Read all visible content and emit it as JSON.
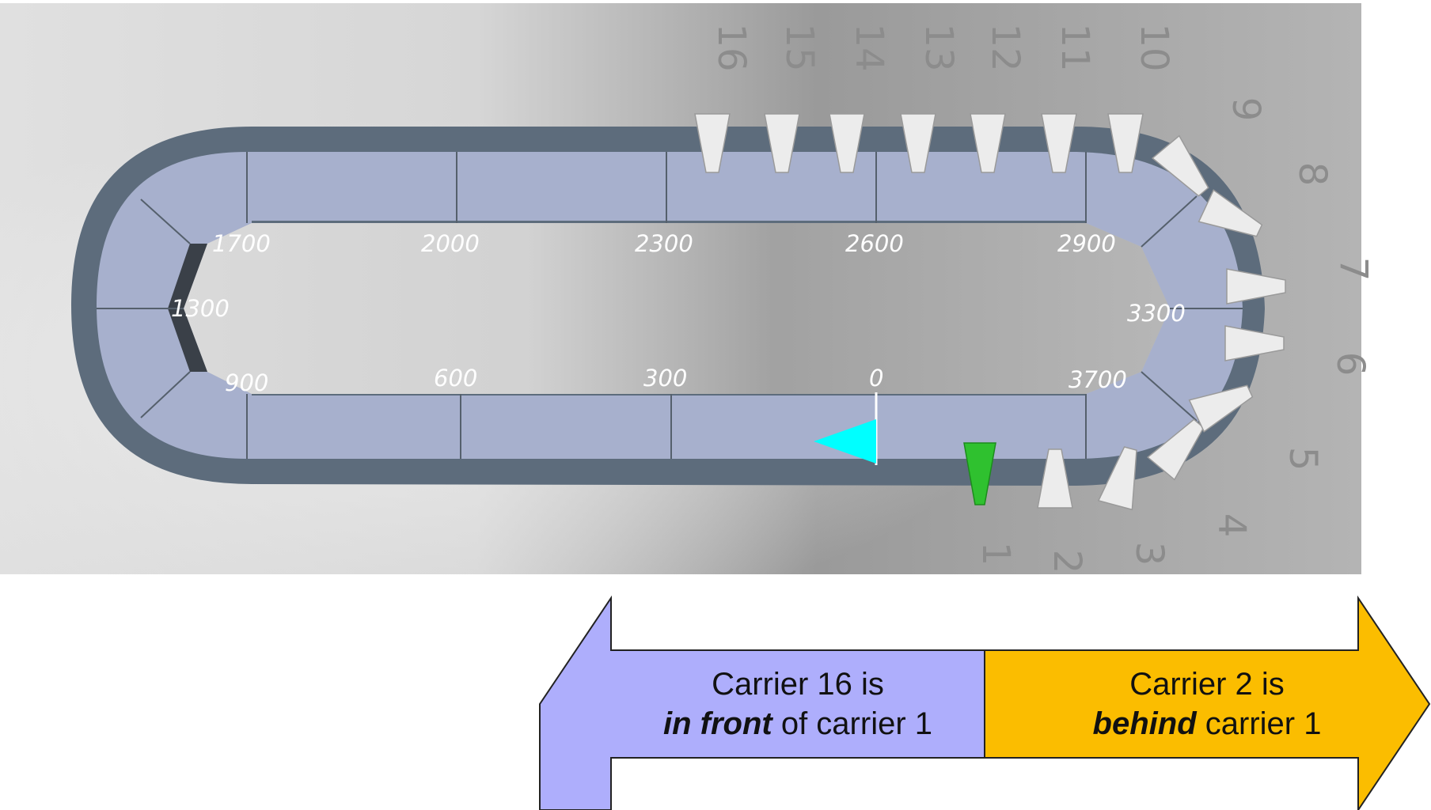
{
  "track": {
    "position_labels": [
      "0",
      "300",
      "600",
      "900",
      "1300",
      "1700",
      "2000",
      "2300",
      "2600",
      "2900",
      "3300",
      "3700"
    ],
    "carrier_numbers": [
      "1",
      "2",
      "3",
      "4",
      "5",
      "6",
      "7",
      "8",
      "9",
      "10",
      "11",
      "12",
      "13",
      "14",
      "15",
      "16"
    ],
    "highlighted_carrier": "1",
    "colors": {
      "background_light": "#d8d8d8",
      "background_dark": "#8e8e8e",
      "rail": "#5d6c7c",
      "segment": "#a7b0cd",
      "carrier": "#ececec",
      "highlight_carrier": "#2fc12f",
      "origin_marker": "#00ffff"
    }
  },
  "legend": {
    "left": {
      "line1": "Carrier 16 is",
      "emphasis": "in front",
      "line2_rest": " of carrier 1",
      "color": "#aeaefc"
    },
    "right": {
      "line1": "Carrier 2 is",
      "emphasis": "behind",
      "line2_rest": " carrier 1",
      "color": "#fbbd00"
    }
  }
}
